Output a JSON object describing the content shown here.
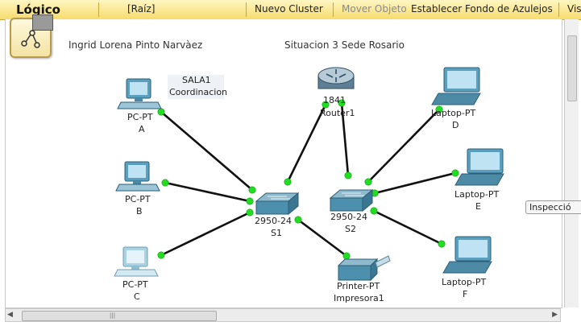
{
  "toolbar": {
    "title": "Lógico",
    "root": "[Raíz]",
    "new_cluster": "Nuevo Cluster",
    "move_object": "Mover Objeto",
    "set_tile_background": "Establecer Fondo de Azulejos",
    "viewport_cut": "Vis"
  },
  "canvas": {
    "author": "Ingrid Lorena Pinto Narvàez",
    "scenario": "Situacion 3 Sede Rosario",
    "area_label_1": "SALA1",
    "area_label_2": "Coordinacion"
  },
  "devices": {
    "pc_a": {
      "model": "PC-PT",
      "name": "A"
    },
    "pc_b": {
      "model": "PC-PT",
      "name": "B"
    },
    "pc_c": {
      "model": "PC-PT",
      "name": "C"
    },
    "router": {
      "model": "1841",
      "name": "Router1"
    },
    "switch1": {
      "model": "2950-24",
      "name": "S1"
    },
    "switch2": {
      "model": "2950-24",
      "name": "S2"
    },
    "printer": {
      "model": "Printer-PT",
      "name": "Impresora1"
    },
    "laptop_d": {
      "model": "Laptop-PT",
      "name": "D"
    },
    "laptop_e": {
      "model": "Laptop-PT",
      "name": "E"
    },
    "laptop_f": {
      "model": "Laptop-PT",
      "name": "F"
    }
  },
  "side_panel": {
    "label": "Inspecció"
  },
  "colors": {
    "toolbar": "#f6db6c",
    "link": "#111111",
    "link_up": "#22dd22",
    "device_blue": "#3f8fb0"
  }
}
